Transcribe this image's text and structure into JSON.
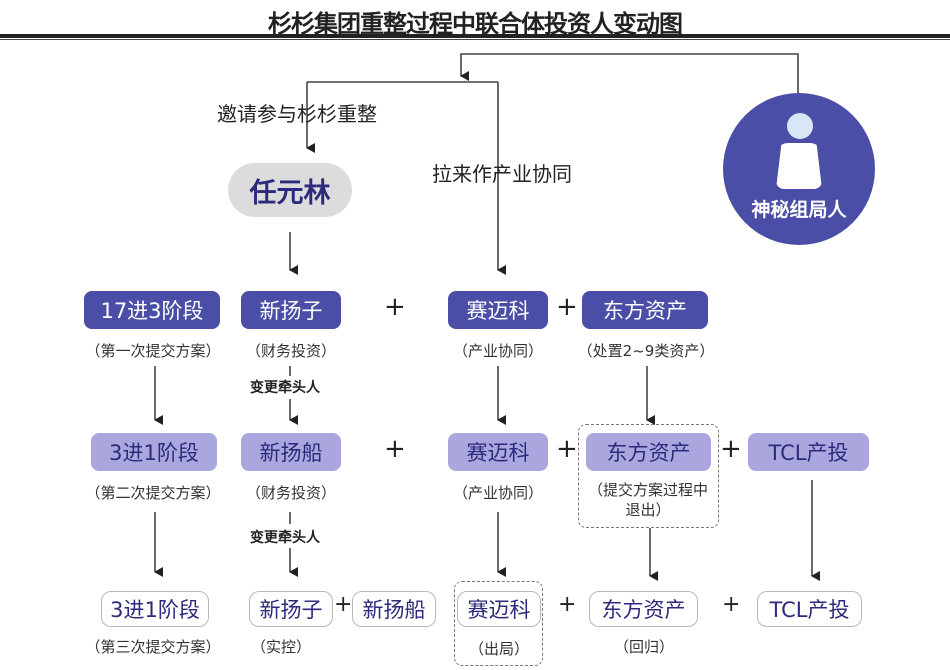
{
  "title": "杉杉集团重整过程中联合体投资人变动图",
  "top": {
    "invite_label": "邀请参与杉杉重整",
    "synergy_label": "拉来作产业协同",
    "person": "任元林",
    "organizer": "神秘组局人",
    "organizer_icon": "person-icon"
  },
  "change_lead_label": "变更牵头人",
  "plus": "+",
  "stage1": {
    "stage": "17进3阶段",
    "stage_note": "（第一次提交方案）",
    "investors": [
      {
        "name": "新扬子",
        "note": "（财务投资）"
      },
      {
        "name": "赛迈科",
        "note": "（产业协同）"
      },
      {
        "name": "东方资产",
        "note": "（处置2~9类资产）"
      }
    ]
  },
  "stage2": {
    "stage": "3进1阶段",
    "stage_note": "（第二次提交方案）",
    "investors": [
      {
        "name": "新扬船",
        "note": "（财务投资）"
      },
      {
        "name": "赛迈科",
        "note": "（产业协同）"
      },
      {
        "name": "东方资产",
        "note": "（提交方案过程中退出）"
      },
      {
        "name": "TCL产投",
        "note": ""
      }
    ]
  },
  "stage3": {
    "stage": "3进1阶段",
    "stage_note": "（第三次提交方案）",
    "investors": [
      {
        "name": "新扬子",
        "note": "（实控）"
      },
      {
        "name": "新扬船",
        "note": ""
      },
      {
        "name": "赛迈科",
        "note": "（出局）"
      },
      {
        "name": "东方资产",
        "note": "（回归）"
      },
      {
        "name": "TCL产投",
        "note": ""
      }
    ]
  },
  "colors": {
    "dark_box": "#4b4ea6",
    "light_box": "#a9a7dd",
    "text_purple": "#2d2a7d"
  }
}
